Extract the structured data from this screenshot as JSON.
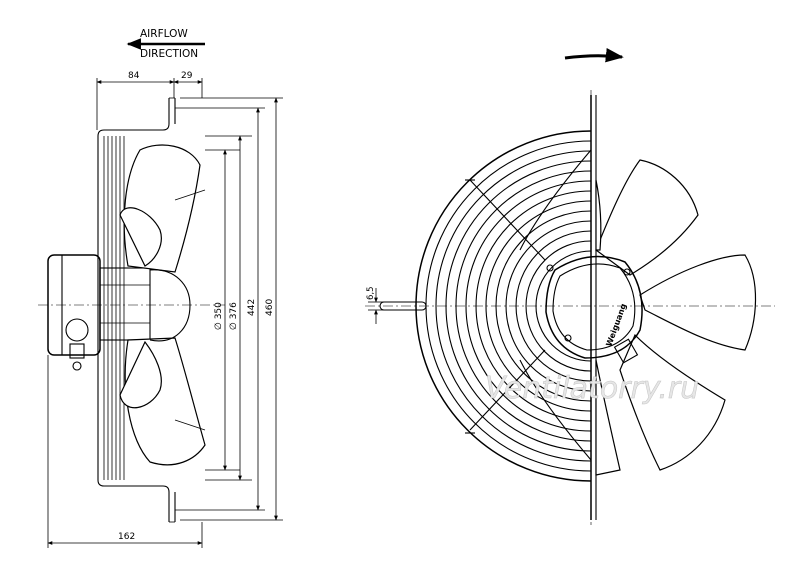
{
  "airflow": {
    "line1": "AIRFLOW",
    "line2": "DIRECTION"
  },
  "dimensions": {
    "depth_front": "84",
    "depth_flange": "29",
    "total_depth": "162",
    "dia_350": "∅ 350",
    "dia_376": "∅ 376",
    "dim_442": "442",
    "dim_460": "460",
    "mount_gap": "6,5"
  },
  "watermark": "Ventilatorry.ru",
  "motor_label": "Weiguang",
  "colors": {
    "line": "#000000",
    "watermark": "#d0d0d0",
    "background": "#ffffff"
  }
}
